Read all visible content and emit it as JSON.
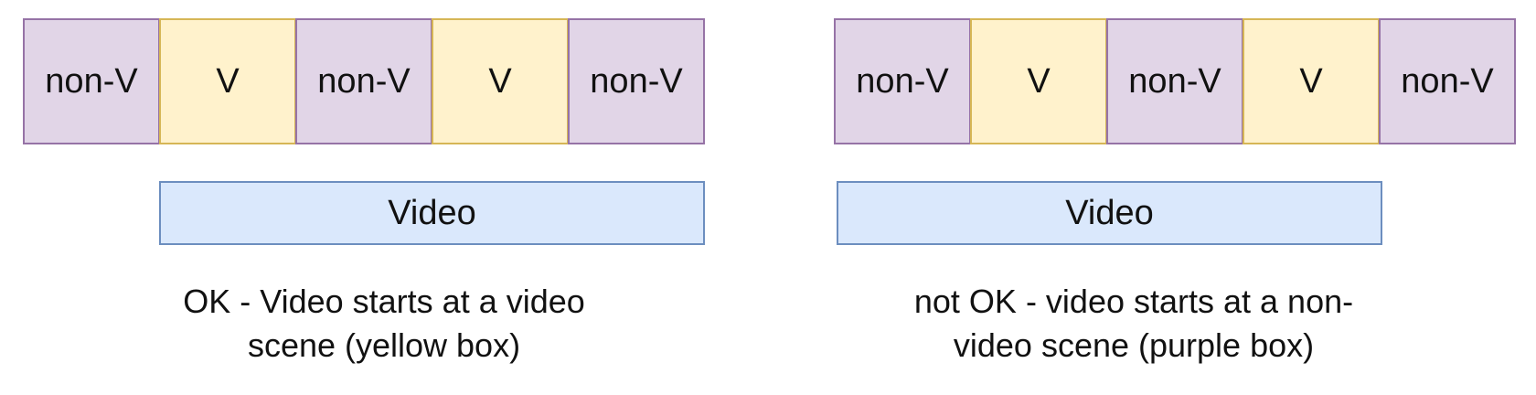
{
  "left_panel": {
    "segments": [
      {
        "label": "non-V",
        "kind": "non-video"
      },
      {
        "label": "V",
        "kind": "video"
      },
      {
        "label": "non-V",
        "kind": "non-video"
      },
      {
        "label": "V",
        "kind": "video"
      },
      {
        "label": "non-V",
        "kind": "non-video"
      }
    ],
    "video_label": "Video",
    "caption_line1": "OK - Video starts at a video",
    "caption_line2": "scene (yellow box)"
  },
  "right_panel": {
    "segments": [
      {
        "label": "non-V",
        "kind": "non-video"
      },
      {
        "label": "V",
        "kind": "video"
      },
      {
        "label": "non-V",
        "kind": "non-video"
      },
      {
        "label": "V",
        "kind": "video"
      },
      {
        "label": "non-V",
        "kind": "non-video"
      }
    ],
    "video_label": "Video",
    "caption_line1": "not OK - video starts at a non-",
    "caption_line2": "video scene (purple box)"
  },
  "colors": {
    "non_video_fill": "#e1d5e7",
    "non_video_stroke": "#9673a6",
    "video_fill": "#fff2cc",
    "video_stroke": "#d6b656",
    "video_bar_fill": "#dae8fc",
    "video_bar_stroke": "#6c8ebf"
  }
}
